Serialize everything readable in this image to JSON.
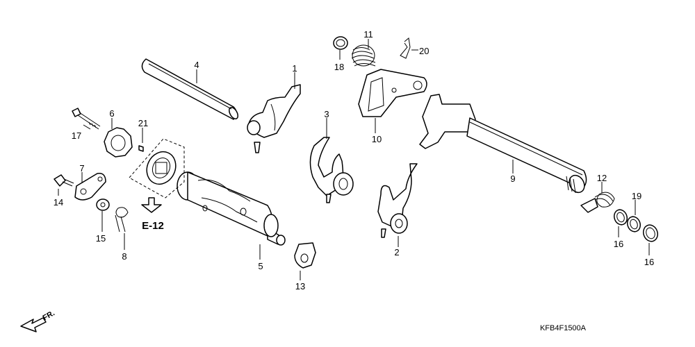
{
  "diagram": {
    "labels": {
      "p1": "1",
      "p2": "2",
      "p3": "3",
      "p4": "4",
      "p5": "5",
      "p6": "6",
      "p7": "7",
      "p8": "8",
      "p9": "9",
      "p10": "10",
      "p11": "11",
      "p12": "12",
      "p13": "13",
      "p14": "14",
      "p15": "15",
      "p16a": "16",
      "p16b": "16",
      "p17": "17",
      "p18": "18",
      "p19": "19",
      "p20": "20",
      "p21": "21"
    },
    "reference": "E-12",
    "direction": "FR.",
    "code": "KFB4F1500A"
  }
}
